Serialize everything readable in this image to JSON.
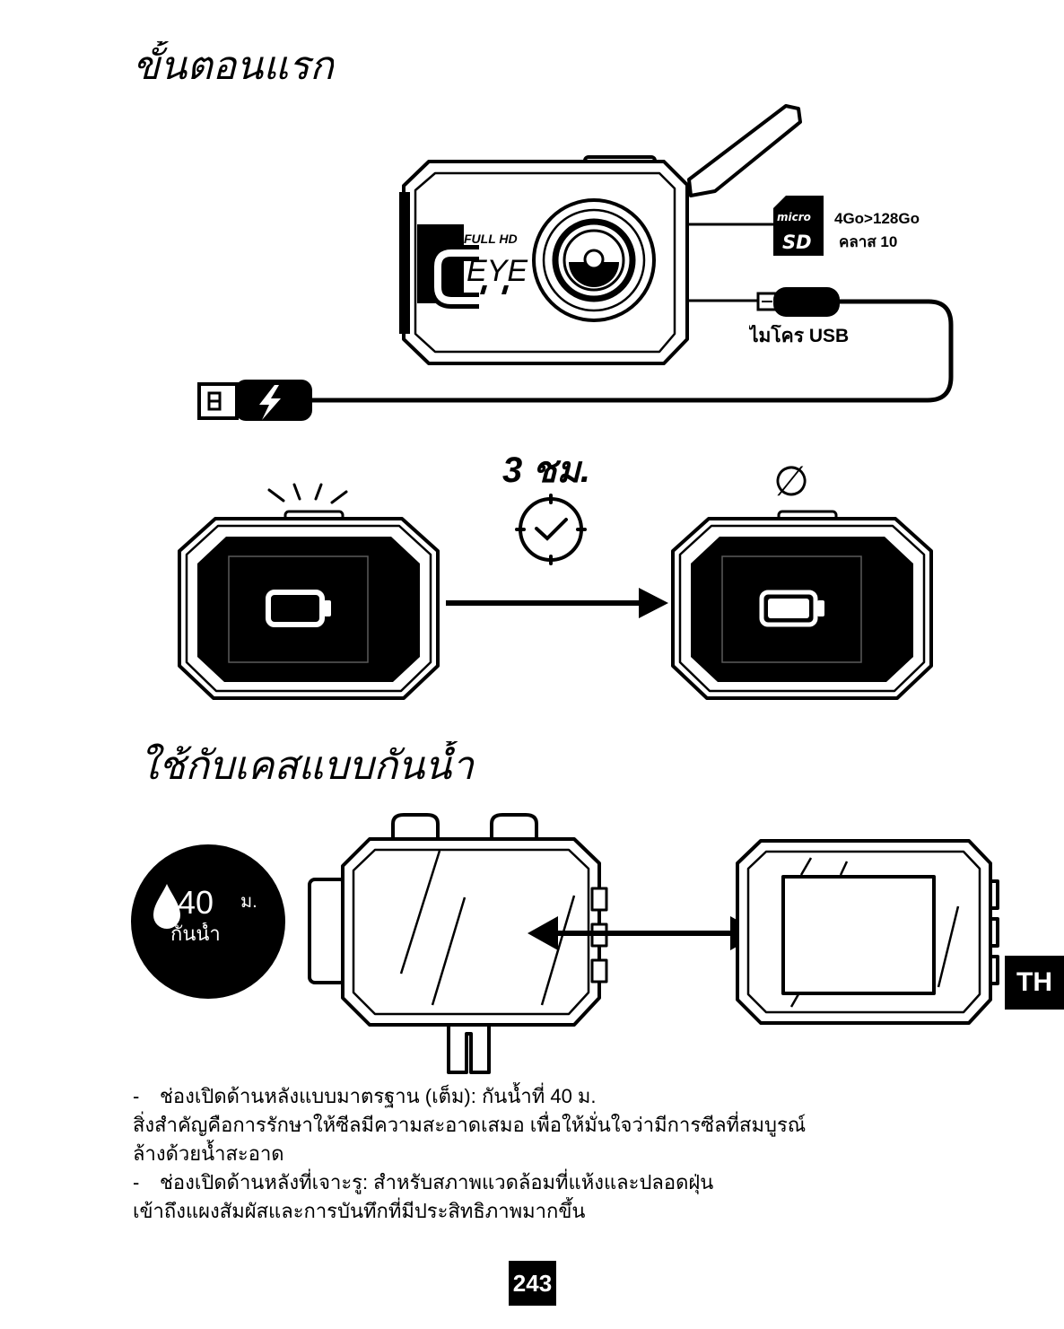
{
  "colors": {
    "ink": "#000000",
    "paper": "#ffffff",
    "screen_frame": "#5a5a5a"
  },
  "headings": {
    "first_steps": "ขั้นตอนแรก",
    "waterproof_case": "ใช้กับเคสแบบกันน้ำ"
  },
  "camera_logo": {
    "line1": "FULL HD",
    "line2": "EYE"
  },
  "sd_card": {
    "brand_top": "micro",
    "brand_bottom": "SD",
    "capacity": "4Go>128Go",
    "class": "คลาส 10"
  },
  "usb": {
    "label": "ไมโคร USB"
  },
  "charging": {
    "duration": "3 ชม.",
    "complete_symbol": "∅"
  },
  "waterproof_badge": {
    "depth": "40",
    "unit": "ม.",
    "label": "กันน้ำ"
  },
  "notes": [
    {
      "bullet": "-",
      "lines": [
        "ช่องเปิดด้านหลังแบบมาตรฐาน (เต็ม): กันน้ำที่ 40 ม.",
        "สิ่งสำคัญคือการรักษาให้ซีลมีความสะอาดเสมอ เพื่อให้มั่นใจว่ามีการซีลที่สมบูรณ์",
        "ล้างด้วยน้ำสะอาด"
      ]
    },
    {
      "bullet": "-",
      "lines": [
        "ช่องเปิดด้านหลังที่เจาะรู: สำหรับสภาพแวดล้อมที่แห้งและปลอดฝุ่น",
        "เข้าถึงแผงสัมผัสและการบันทึกที่มีประสิทธิภาพมากขึ้น"
      ]
    }
  ],
  "language_tab": "TH",
  "page_number": "243",
  "icons": {
    "sd": "microsd-card-icon",
    "usb": "micro-usb-connector-icon",
    "charger": "usb-plug-icon",
    "charge": "lightning-icon",
    "timer": "clock-icon",
    "blink": "blinking-rays-icon",
    "battery_before": "battery-empty-icon",
    "battery_after": "battery-full-icon",
    "flow": "arrow-right-icon",
    "swap": "double-arrow-icon",
    "water": "water-drop-icon"
  }
}
